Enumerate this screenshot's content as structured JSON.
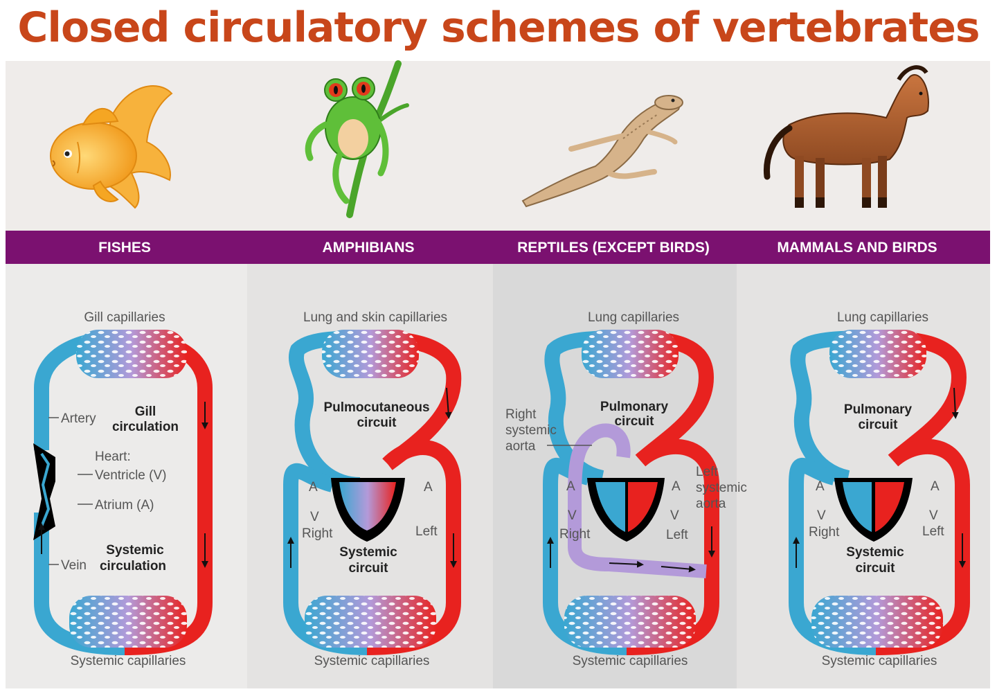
{
  "title": "Closed circulatory schemes of vertebrates",
  "colors": {
    "title": "#c8461a",
    "band": "#7b1170",
    "oxygen_poor": "#3aa7d1",
    "oxygen_rich": "#e8221f",
    "mixed": "#b39ad9",
    "heart": "#000000"
  },
  "panels": [
    {
      "group": "FISHES",
      "animal": "goldfish",
      "top_caps": "Gill capillaries",
      "bottom_caps": "Systemic capillaries",
      "labels": {
        "artery": "Artery",
        "gill_circ_1": "Gill",
        "gill_circ_2": "circulation",
        "heart": "Heart:",
        "ventricle": "Ventricle (V)",
        "atrium": "Atrium (A)",
        "vein": "Vein",
        "sys_circ_1": "Systemic",
        "sys_circ_2": "circulation"
      }
    },
    {
      "group": "AMPHIBIANS",
      "animal": "frog",
      "top_caps": "Lung and skin capillaries",
      "bottom_caps": "Systemic capillaries",
      "upper_1": "Pulmocutaneous",
      "upper_2": "circuit",
      "lower_1": "Systemic",
      "lower_2": "circuit",
      "a_left": "A",
      "a_right": "A",
      "v_left": "V",
      "right": "Right",
      "left": "Left"
    },
    {
      "group": "REPTILES (EXCEPT BIRDS)",
      "animal": "lizard",
      "top_caps": "Lung capillaries",
      "bottom_caps": "Systemic capillaries",
      "upper_1": "Pulmonary",
      "upper_2": "circuit",
      "rsa_1": "Right",
      "rsa_2": "systemic",
      "rsa_3": "aorta",
      "lsa_1": "Left",
      "lsa_2": "systemic",
      "lsa_3": "aorta",
      "a_left": "A",
      "a_right": "A",
      "v_left": "V",
      "v_right": "V",
      "right": "Right",
      "left": "Left"
    },
    {
      "group": "MAMMALS AND BIRDS",
      "animal": "horse",
      "top_caps": "Lung capillaries",
      "bottom_caps": "Systemic capillaries",
      "upper_1": "Pulmonary",
      "upper_2": "circuit",
      "lower_1": "Systemic",
      "lower_2": "circuit",
      "a_left": "A",
      "a_right": "A",
      "v_left": "V",
      "v_right": "V",
      "right": "Right",
      "left": "Left"
    }
  ]
}
